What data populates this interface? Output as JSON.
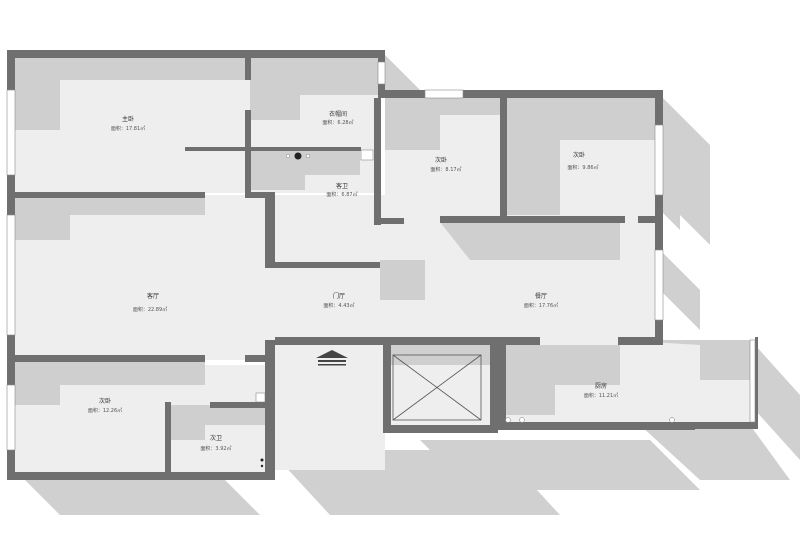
{
  "colors": {
    "wall": "#6f6f6f",
    "floor": "#eeeeee",
    "shadow": "#cfcfcf",
    "window": "#ffffff"
  },
  "rooms": [
    {
      "id": "master",
      "name": "主卧",
      "area": "面积：17.81㎡"
    },
    {
      "id": "closet",
      "name": "衣帽间",
      "area": "面积：6.28㎡"
    },
    {
      "id": "guest-bath",
      "name": "客卫",
      "area": "面积：6.87㎡"
    },
    {
      "id": "bedroom-mid",
      "name": "次卧",
      "area": "面积：8.17㎡"
    },
    {
      "id": "bedroom-right",
      "name": "次卧",
      "area": "面积：9.86㎡"
    },
    {
      "id": "living",
      "name": "客厅",
      "area": "面积：22.89㎡"
    },
    {
      "id": "foyer",
      "name": "门厅",
      "area": "面积：4.43㎡"
    },
    {
      "id": "dining",
      "name": "餐厅",
      "area": "面积：17.76㎡"
    },
    {
      "id": "bedroom-bottom",
      "name": "次卧",
      "area": "面积：12.26㎡"
    },
    {
      "id": "bath2",
      "name": "次卫",
      "area": "面积：3.92㎡"
    },
    {
      "id": "kitchen",
      "name": "厨房",
      "area": "面积：11.21㎡"
    }
  ]
}
